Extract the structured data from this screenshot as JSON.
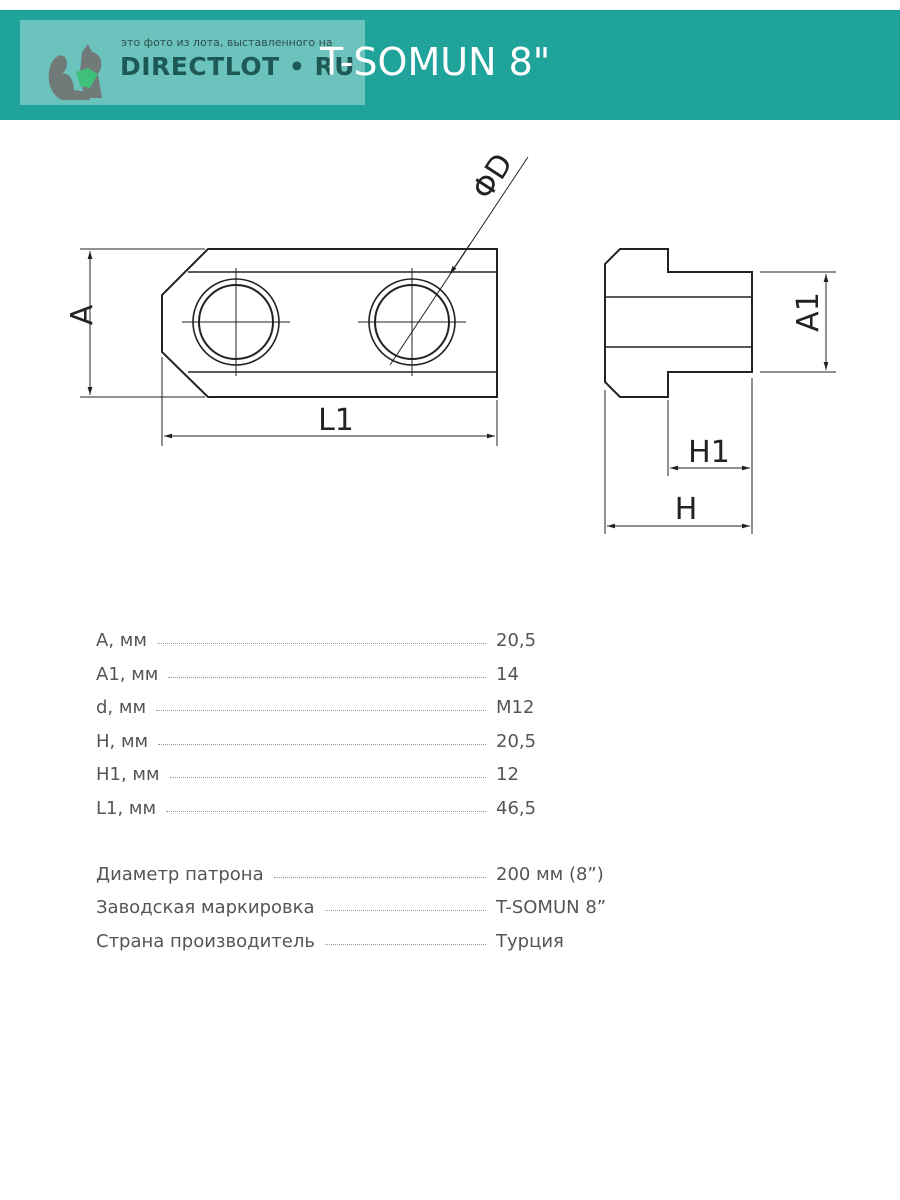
{
  "watermark": {
    "caption": "это фото из лота, выставленного на",
    "logo": "DIRECTLOT • RU"
  },
  "header": {
    "title": "T-SOMUN 8\""
  },
  "drawing": {
    "labels": {
      "A": "A",
      "L1": "L1",
      "D": "ΦD",
      "A1": "A1",
      "H1": "H1",
      "H": "H"
    }
  },
  "specs": [
    {
      "label": "A, мм",
      "value": "20,5"
    },
    {
      "label": "A1, мм",
      "value": "14"
    },
    {
      "label": "d, мм",
      "value": "M12"
    },
    {
      "label": "H, мм",
      "value": "20,5"
    },
    {
      "label": "H1, мм",
      "value": "12"
    },
    {
      "label": "L1, мм",
      "value": "46,5"
    }
  ],
  "info": [
    {
      "label": "Диаметр патрона",
      "value": "200 мм (8”)"
    },
    {
      "label": "Заводская маркировка",
      "value": "T-SOMUN 8”"
    },
    {
      "label": "Страна производитель",
      "value": "Турция"
    }
  ],
  "colors": {
    "header": "#1fa39a",
    "watermark": "#6cc3bd",
    "text": "#555555"
  }
}
